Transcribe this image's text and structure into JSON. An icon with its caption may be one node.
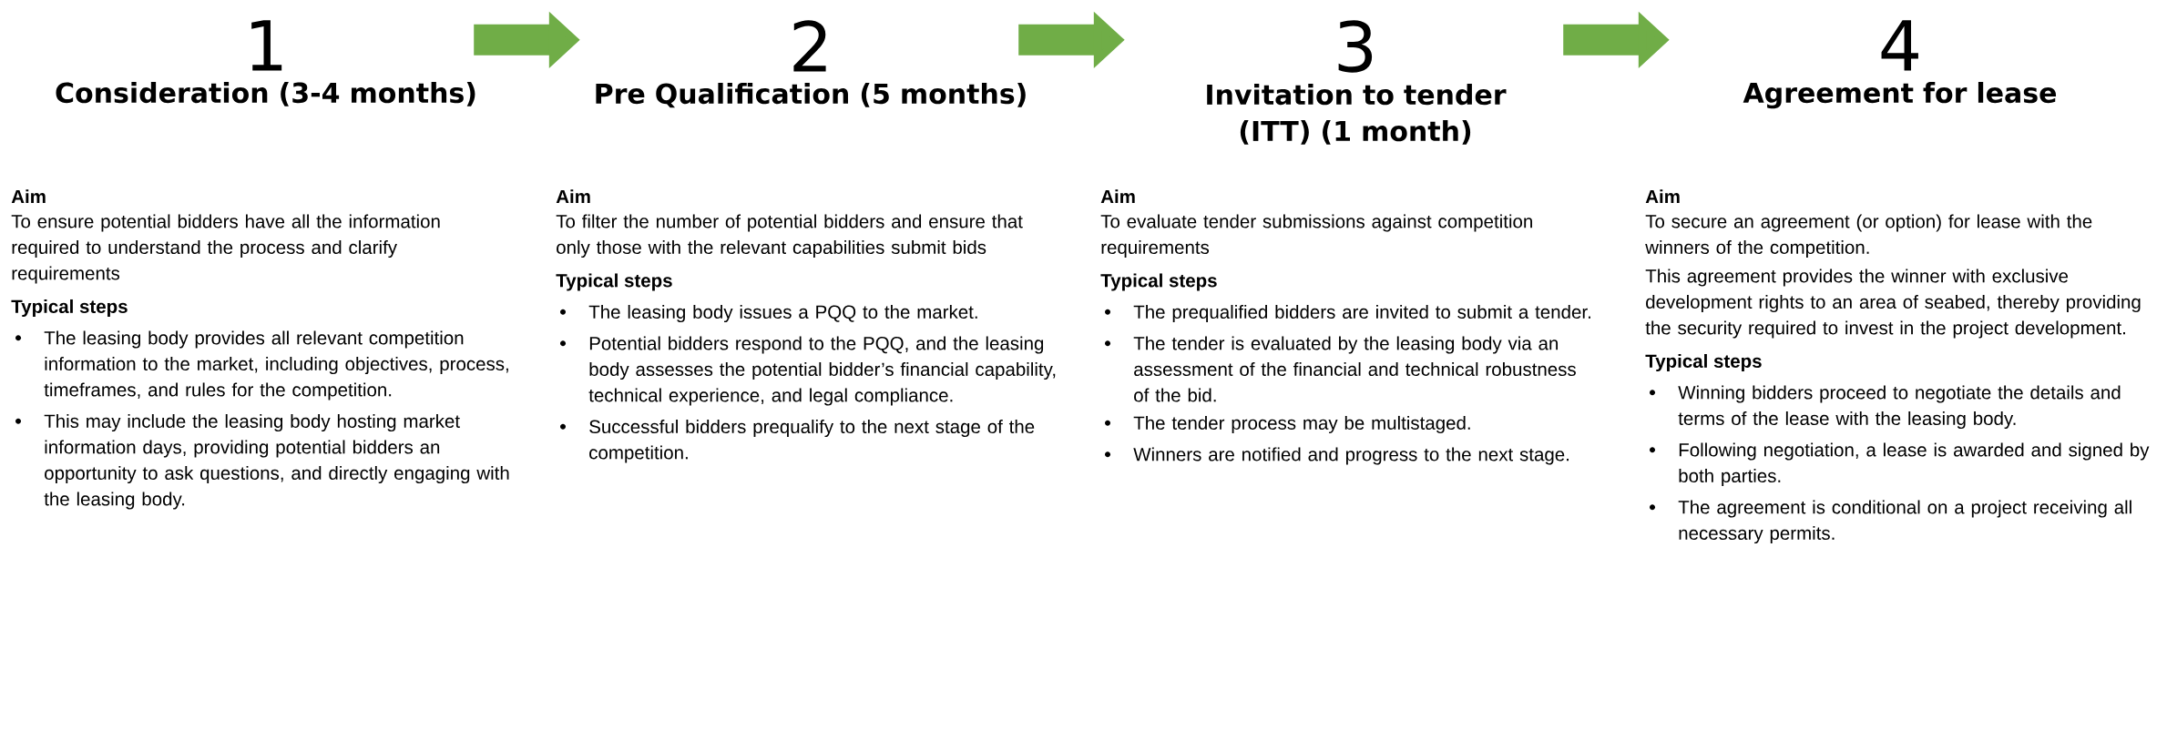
{
  "diagram": {
    "nodes": [
      {
        "text": [
          "1",
          "Consideration (3-4 months)",
          "Aim",
          "To ensure potential bidders have all the information required to understand the process and clarify requirements",
          "Typical steps",
          "The leasing body provides all relevant competition information to the market, including objectives, process, timeframes, and rules for the competition.",
          "This may include the leasing body hosting market information days, providing potential bidders an opportunity to ask questions, and directly engaging with the leasing body."
        ]
      },
      {
        "text": [
          "2",
          "Pre Qualification (5 months)",
          "Aim",
          "To filter the number of potential bidders and ensure that only those with the relevant capabilities submit bids",
          "Typical steps",
          "The leasing body issues a PQQ to the market.",
          "Potential bidders respond to the PQQ, and the leasing body assesses the potential bidder’s financial capability, technical experience, and legal compliance.",
          "Successful bidders prequalify to the next stage of the competition."
        ]
      },
      {
        "text": [
          "3",
          "Invitation to tender (ITT) (1 month)",
          "Aim",
          "To evaluate tender submissions against competition requirements",
          "Typical steps",
          "The prequalified bidders are invited to submit a tender.",
          "The tender is evaluated by the leasing body via an assessment of the financial and technical robustness of the bid.",
          "The tender process may be multistaged.",
          "Winners are notified and progress to the next stage."
        ]
      },
      {
        "text": [
          "4",
          "Agreement for lease",
          "Aim",
          "To secure an agreement (or option) for lease with the winners of the competition.",
          "This agreement provides the winner with exclusive development rights to an area of seabed, thereby providing the security required to invest in the project development.",
          "Typical steps",
          "Winning bidders proceed to negotiate the details and terms of the lease with the leasing body.",
          "Following negotiation, a lease is awarded and signed by both parties.",
          "The agreement is conditional on a project receiving all necessary permits."
        ]
      }
    ],
    "edges": [
      {
        "from": 0,
        "to": 1,
        "arrow": "to"
      },
      {
        "from": 1,
        "to": 2,
        "arrow": "to"
      },
      {
        "from": 2,
        "to": 3,
        "arrow": "to"
      }
    ]
  }
}
